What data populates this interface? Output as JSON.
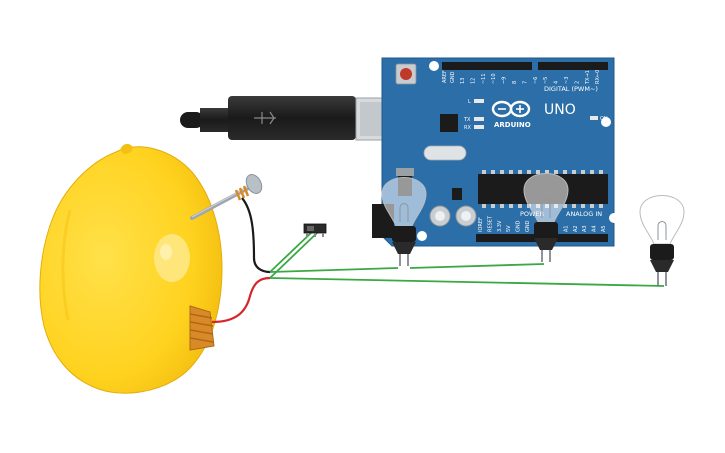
{
  "board": {
    "brand": "ARDUINO",
    "model": "UNO",
    "digital_header": "DIGITAL (PWM~)",
    "power_header": "POWER",
    "analog_header": "ANALOG IN",
    "aref": "AREF",
    "gnd": "GND",
    "digital_pins": [
      "13",
      "12",
      "~11",
      "~10",
      "~9",
      "8",
      "7",
      "~6",
      "~5",
      "4",
      "~3",
      "2",
      "TX→1",
      "RX←0"
    ],
    "power_pins": [
      "IOREF",
      "RESET",
      "3.3V",
      "5V",
      "GND",
      "GND",
      "Vin"
    ],
    "analog_pins": [
      "A0",
      "A1",
      "A2",
      "A3",
      "A4",
      "A5"
    ],
    "led_l": "L",
    "led_tx": "TX",
    "led_rx": "RX",
    "led_on": "ON"
  },
  "colors": {
    "board": "#2b6ea8",
    "lemon": "#ffd21f",
    "wire_green": "#3aa844",
    "wire_red": "#d6252a",
    "wire_black": "#1a1a1a",
    "copper": "#d98a28"
  }
}
